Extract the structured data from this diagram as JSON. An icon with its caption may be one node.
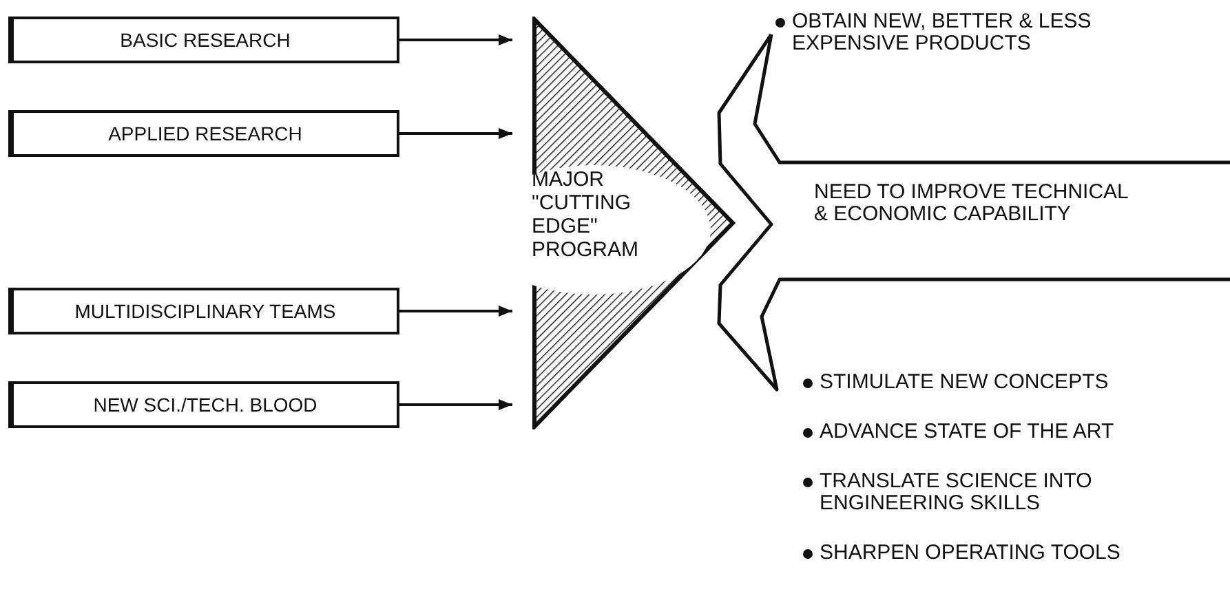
{
  "diagram": {
    "nodes": [
      {
        "text": [
          "BASIC RESEARCH"
        ]
      },
      {
        "text": [
          "APPLIED RESEARCH"
        ]
      },
      {
        "text": [
          "MULTIDISCIPLINARY TEAMS"
        ]
      },
      {
        "text": [
          "NEW SCI./TECH. BLOOD"
        ]
      },
      {
        "text": [
          "MAJOR \"CUTTING EDGE\" PROGRAM"
        ]
      },
      {
        "text": [
          "NEED TO IMPROVE TECHNICAL & ECONOMIC CAPABILITY"
        ]
      }
    ],
    "edges": [
      {
        "from": 0,
        "to": 4,
        "arrow": "to"
      },
      {
        "from": 1,
        "to": 4,
        "arrow": "to"
      },
      {
        "from": 2,
        "to": 4,
        "arrow": "to"
      },
      {
        "from": 3,
        "to": 4,
        "arrow": "to"
      }
    ],
    "labels": [
      "OBTAIN NEW, BETTER & LESS EXPENSIVE PRODUCTS",
      "STIMULATE NEW CONCEPTS",
      "ADVANCE STATE OF THE ART",
      "TRANSLATE SCIENCE INTO ENGINEERING SKILLS",
      "SHARPEN OPERATING TOOLS"
    ]
  }
}
